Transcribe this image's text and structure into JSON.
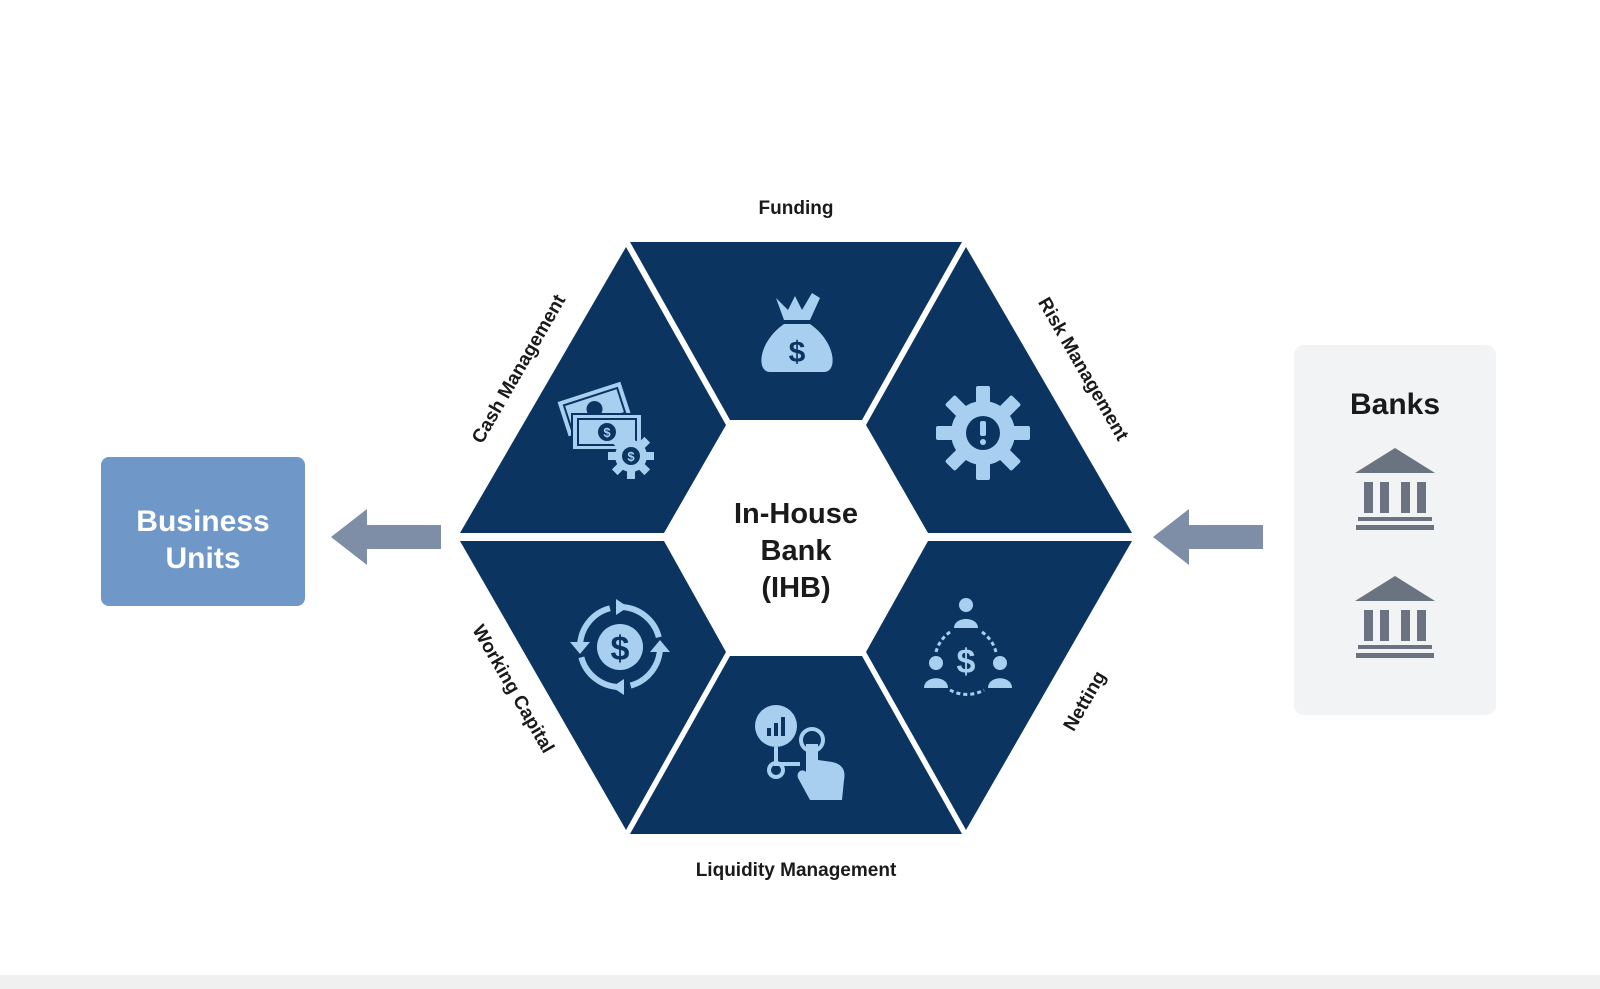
{
  "diagram": {
    "center": {
      "lines": [
        "In-House",
        "Bank",
        "(IHB)"
      ]
    },
    "segments": {
      "funding": {
        "label": "Funding",
        "icon": "money-bag-icon"
      },
      "risk": {
        "label": "Risk Management",
        "icon": "gear-alert-icon"
      },
      "netting": {
        "label": "Netting",
        "icon": "people-dollar-network-icon"
      },
      "liquidity": {
        "label": "Liquidity Management",
        "icon": "chart-touch-icon"
      },
      "working_capital": {
        "label": "Working Capital",
        "icon": "dollar-cycle-icon"
      },
      "cash": {
        "label": "Cash Management",
        "icon": "cash-gear-icon"
      }
    },
    "business_units": {
      "lines": [
        "Business",
        "Units"
      ]
    },
    "banks": {
      "title": "Banks",
      "icon": "bank-building-icon"
    }
  },
  "colors": {
    "segment_fill": "#0b3560",
    "icon_fill": "#a9cff0",
    "business_units_fill": "#6f98c9",
    "arrow_fill": "#7d8ea6",
    "banks_panel_fill": "#f2f3f5",
    "bank_icon_fill": "#6b7280"
  }
}
